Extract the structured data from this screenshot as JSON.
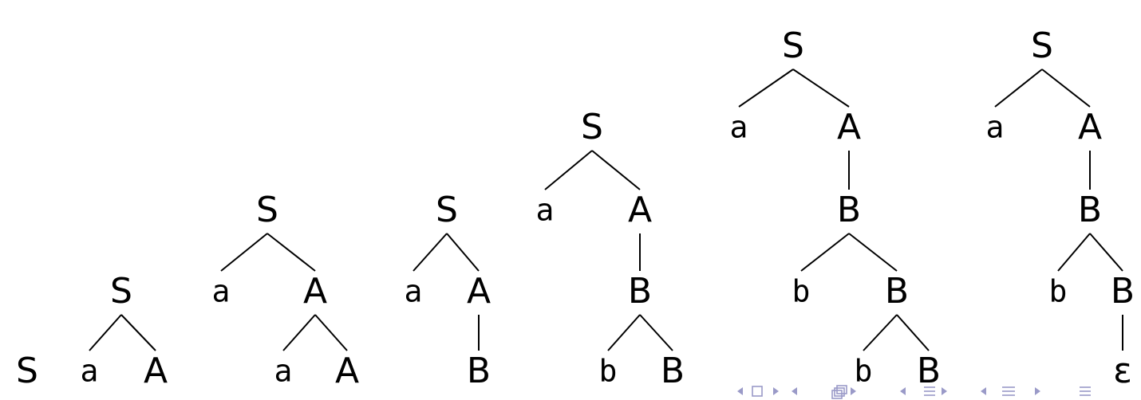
{
  "slide": {
    "trees": [
      {
        "nodes": [
          "S"
        ]
      },
      {
        "nodes": [
          "S",
          "a",
          "A"
        ]
      },
      {
        "nodes": [
          "S",
          "a",
          "A",
          "a",
          "A"
        ]
      },
      {
        "nodes": [
          "S",
          "a",
          "A",
          "B"
        ]
      },
      {
        "nodes": [
          "S",
          "a",
          "A",
          "B",
          "b",
          "B"
        ]
      },
      {
        "nodes": [
          "S",
          "a",
          "A",
          "B",
          "b",
          "B",
          "b",
          "B"
        ]
      },
      {
        "nodes": [
          "S",
          "a",
          "A",
          "B",
          "b",
          "B",
          "ε"
        ]
      }
    ]
  },
  "navigation": {
    "icons": [
      "nav-first-icon",
      "nav-frame-icon",
      "nav-section-icon",
      "nav-subsection-icon",
      "nav-menu-icon"
    ],
    "color": "#9a9ac8"
  }
}
